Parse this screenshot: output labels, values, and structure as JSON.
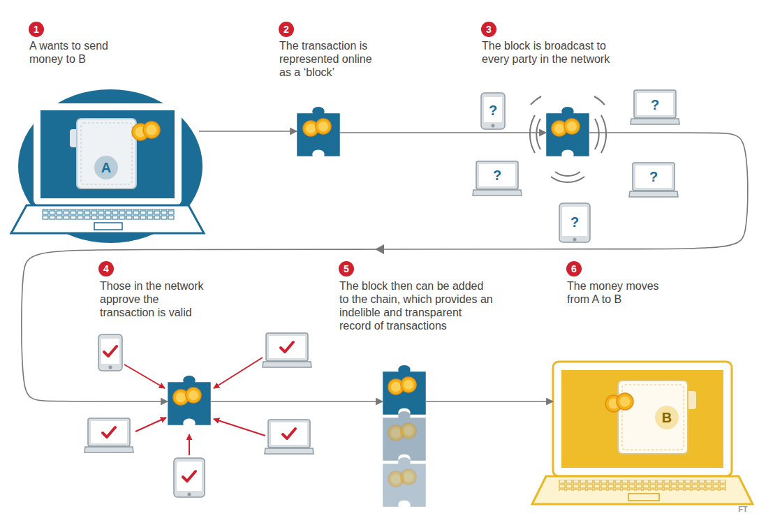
{
  "diagram": {
    "nodes": [
      {
        "text": [
          "1",
          "A wants to send money to B"
        ]
      },
      {
        "text": [
          "2",
          "The transaction is represented online as a ‘block’"
        ]
      },
      {
        "text": [
          "3",
          "The block is broadcast to every party in the network"
        ]
      },
      {
        "text": [
          "4",
          "Those in the network approve the transaction is valid"
        ]
      },
      {
        "text": [
          "5",
          "The block then can be added to the chain, which provides an indelible and transparent record of transactions"
        ]
      },
      {
        "text": [
          "6",
          "The money moves from A to B"
        ]
      }
    ],
    "edges": [
      {
        "from": 0,
        "to": 1,
        "arrow": "to"
      },
      {
        "from": 1,
        "to": 2,
        "arrow": "to"
      },
      {
        "from": 2,
        "to": 3,
        "arrow": "to"
      },
      {
        "from": 3,
        "to": 4,
        "arrow": "to"
      },
      {
        "from": 4,
        "to": 5,
        "arrow": "to"
      }
    ],
    "labels": [
      "A",
      "?",
      "?",
      "?",
      "?",
      "?",
      "B",
      "FT"
    ]
  }
}
